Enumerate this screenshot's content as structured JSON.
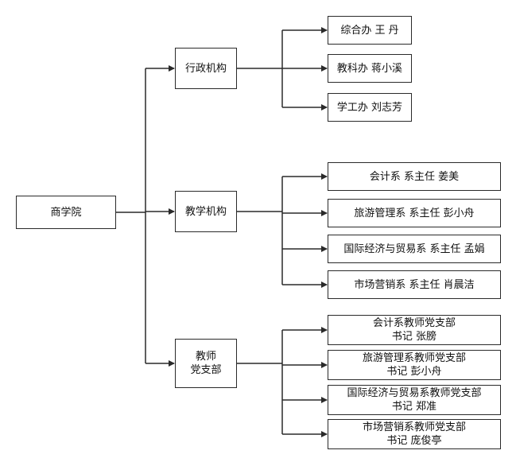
{
  "root": {
    "label": "商学院"
  },
  "branches": [
    {
      "label_lines": [
        "行政机构"
      ],
      "children": [
        {
          "lines": [
            "综合办  王 丹"
          ]
        },
        {
          "lines": [
            "教科办  蒋小溪"
          ]
        },
        {
          "lines": [
            "学工办  刘志芳"
          ]
        }
      ]
    },
    {
      "label_lines": [
        "教学机构"
      ],
      "children": [
        {
          "lines": [
            "会计系 系主任 姜美"
          ]
        },
        {
          "lines": [
            "旅游管理系 系主任 彭小舟"
          ]
        },
        {
          "lines": [
            "国际经济与贸易系 系主任 孟娟"
          ]
        },
        {
          "lines": [
            "市场营销系 系主任 肖晨洁"
          ]
        }
      ]
    },
    {
      "label_lines": [
        "教师",
        "党支部"
      ],
      "children": [
        {
          "lines": [
            "会计系教师党支部",
            "书记 张膀"
          ]
        },
        {
          "lines": [
            "旅游管理系教师党支部",
            "书记 彭小舟"
          ]
        },
        {
          "lines": [
            "国际经济与贸易系教师党支部",
            "书记 郑准"
          ]
        },
        {
          "lines": [
            "市场营销系教师党支部",
            "书记 庞俊亭"
          ]
        }
      ]
    }
  ]
}
